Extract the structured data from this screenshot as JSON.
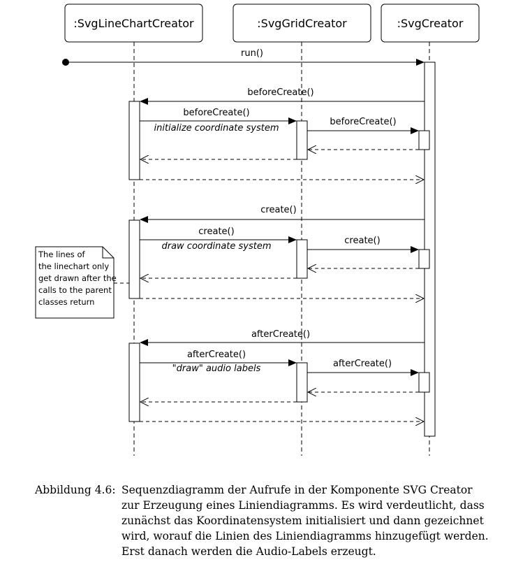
{
  "participants": [
    {
      "id": "linechart",
      "label": ":SvgLineChartCreator"
    },
    {
      "id": "grid",
      "label": ":SvgGridCreator"
    },
    {
      "id": "svg",
      "label": ":SvgCreator"
    }
  ],
  "messages": {
    "run": "run()",
    "before_svg_to_line": "beforeCreate()",
    "before_line_to_grid": "beforeCreate()",
    "before_line_note": "initialize coordinate system",
    "before_grid_to_svg": "beforeCreate()",
    "create_svg_to_line": "create()",
    "create_line_to_grid": "create()",
    "create_line_note": "draw coordinate system",
    "create_grid_to_svg": "create()",
    "after_svg_to_line": "afterCreate()",
    "after_line_to_grid": "afterCreate()",
    "after_line_note": "\"draw\" audio labels",
    "after_grid_to_svg": "afterCreate()"
  },
  "comment_note": {
    "lines": [
      "The lines of",
      "the linechart only",
      "get drawn after the",
      "calls to the parent",
      "classes return"
    ]
  },
  "caption": {
    "label": "Abbildung 4.6:",
    "lines": [
      "Sequenzdiagramm der Aufrufe in der Komponente SVG Creator",
      "zur Erzeugung eines Liniendiagramms. Es wird verdeutlicht, dass",
      "zunächst das Koordinatensystem initialisiert und dann gezeichnet",
      "wird, worauf die Linien des Liniendiagramms hinzugefügt werden.",
      "Erst danach werden die Audio-Labels erzeugt."
    ]
  }
}
